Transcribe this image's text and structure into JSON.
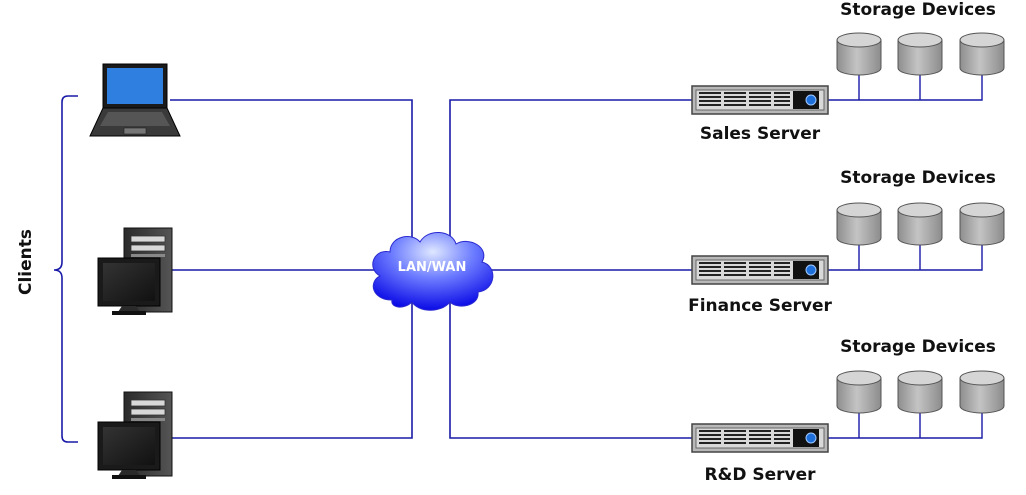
{
  "diagram": {
    "clients_label": "Clients",
    "network_label": "LAN/WAN",
    "servers": [
      {
        "name": "Sales Server",
        "storage_label": "Storage Devices"
      },
      {
        "name": "Finance Server",
        "storage_label": "Storage Devices"
      },
      {
        "name": "R&D Server",
        "storage_label": "Storage Devices"
      }
    ],
    "clients": [
      {
        "type": "laptop-icon"
      },
      {
        "type": "desktop-computer-icon"
      },
      {
        "type": "desktop-computer-icon"
      }
    ],
    "colors": {
      "link": "#1a1aa8",
      "cloud_light": "#c8d8ff",
      "cloud_dark": "#1010e8",
      "disk": "#a9a9a9",
      "screen_blue": "#2f7fe0"
    }
  }
}
